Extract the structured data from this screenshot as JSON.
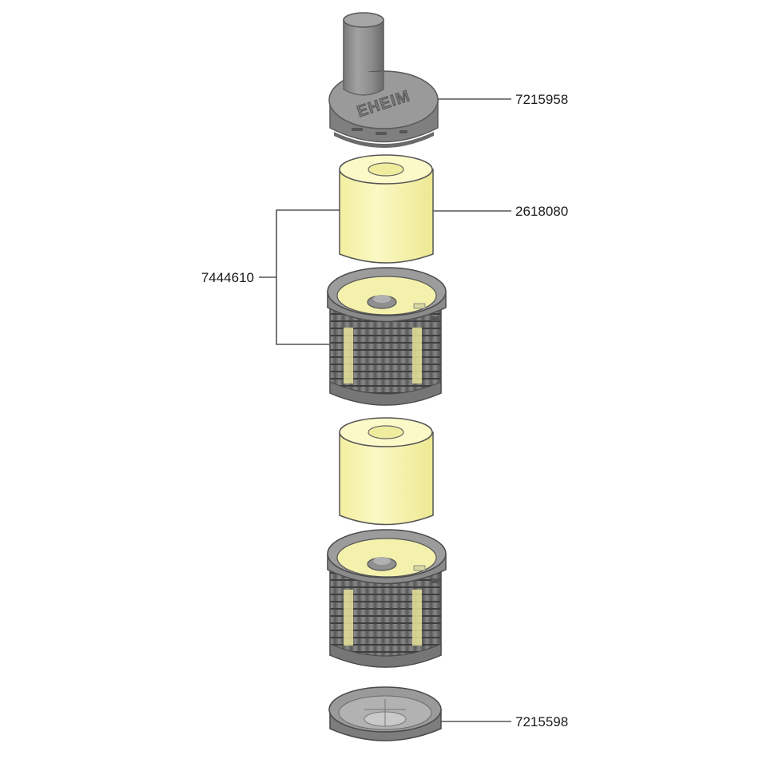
{
  "brand_mark": "EHEIM",
  "part_numbers": {
    "lid": "7215958",
    "sponge": "2618080",
    "cartridge": "7444610",
    "bottom_cap": "7215598"
  },
  "colors": {
    "housing_gray": "#8f8f8f",
    "housing_dark": "#6e6e6e",
    "housing_light": "#b4b4b4",
    "sponge_yellow": "#f7f5b0",
    "line": "#555555",
    "text": "#1a1a1a"
  }
}
